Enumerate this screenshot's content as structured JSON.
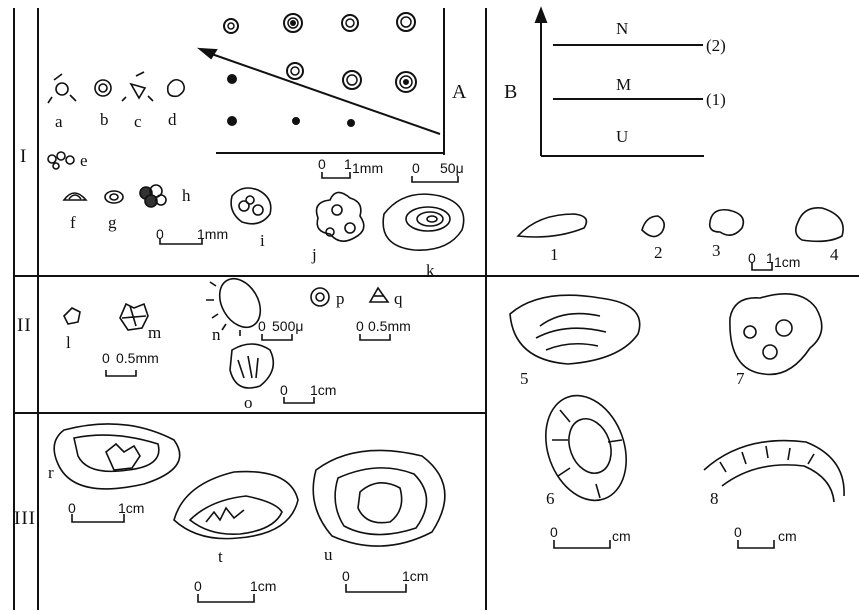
{
  "rows": {
    "I": "I",
    "II": "II",
    "III": "III"
  },
  "panels": {
    "A": "A",
    "B": "B"
  },
  "panel_b": {
    "N": "N",
    "M": "M",
    "U": "U",
    "line2": "(2)",
    "line1": "(1)"
  },
  "letters": {
    "a": "a",
    "b": "b",
    "c": "c",
    "d": "d",
    "e": "e",
    "f": "f",
    "g": "g",
    "h": "h",
    "i": "i",
    "j": "j",
    "k": "k",
    "l": "l",
    "m": "m",
    "n": "n",
    "o": "o",
    "p": "p",
    "q": "q",
    "r": "r",
    "t": "t",
    "u": "u"
  },
  "numbers": {
    "n1": "1",
    "n2": "2",
    "n3": "3",
    "n4": "4",
    "n5": "5",
    "n6": "6",
    "n7": "7",
    "n8": "8"
  },
  "scale_bars": {
    "zero": "0",
    "s_1mm_A": "1mm",
    "s_50u": "50μ",
    "s_1mm_I": "1mm",
    "s_1cm_I": "1cm",
    "s_05mm_II": "0.5mm",
    "s_500u": "500μ",
    "s_05mm_q": "0.5mm",
    "s_1cm_o": "1cm",
    "s_1cm_r": "1cm",
    "s_1cm_t": "1cm",
    "s_1cm_u": "1cm",
    "s_1cm_6": "cm",
    "s_1cm_8": "cm",
    "one": "1"
  }
}
